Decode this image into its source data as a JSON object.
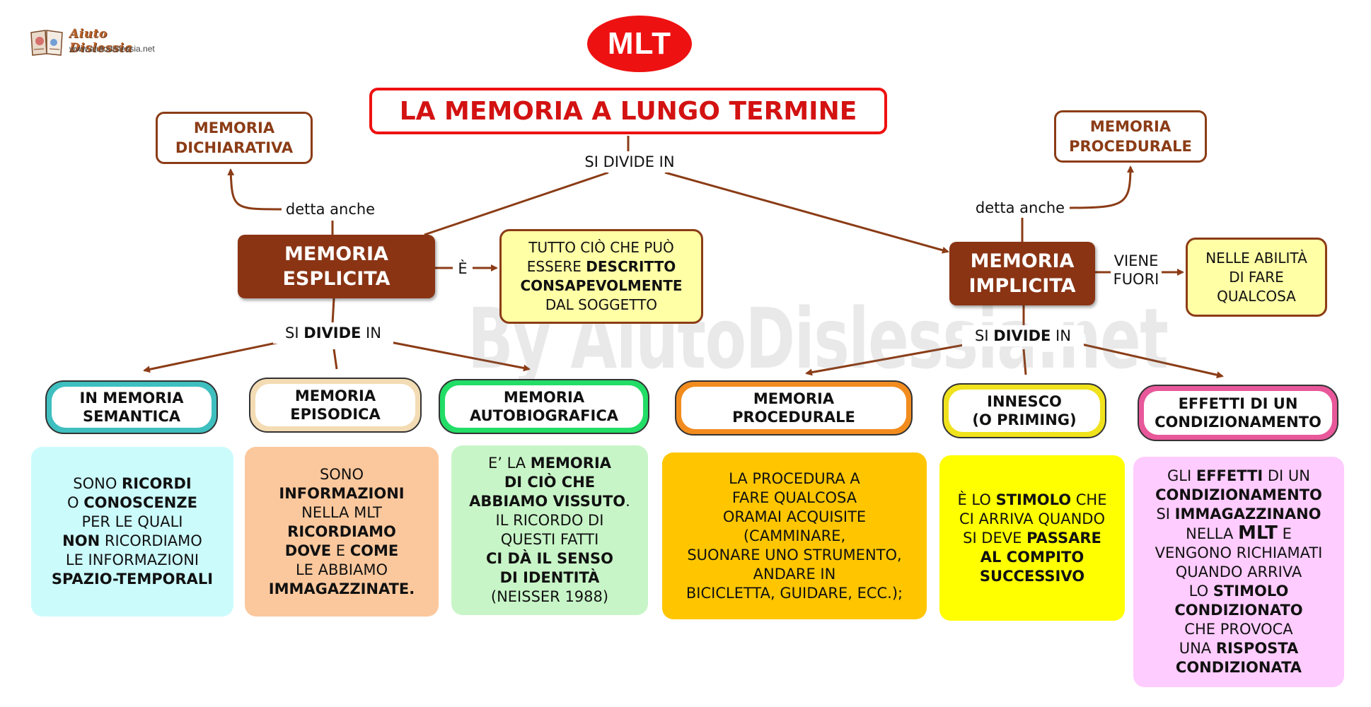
{
  "logo": {
    "name": "Aiuto Dislessia",
    "url": "www.aiutodislessia.net"
  },
  "watermark": "By AiutoDislessia.net",
  "header": {
    "badge": "MLT",
    "title": "LA MEMORIA A LUNGO TERMINE"
  },
  "links": {
    "si_divide_in": "SI DIVIDE IN",
    "detta_anche_left": "detta anche",
    "detta_anche_right": "detta anche",
    "e": "È",
    "viene": "VIENE",
    "fuori": "FUORI",
    "si": "SI",
    "divide": "DIVIDE",
    "in": "IN"
  },
  "left_branch": {
    "alias_line1": "MEMORIA",
    "alias_line2": "DICHIARATIVA",
    "node_line1": "MEMORIA",
    "node_line2": "ESPLICITA",
    "def": {
      "l1": "TUTTO CIÒ CHE PUÒ",
      "l2a": "ESSERE ",
      "l2b": "DESCRITTO",
      "l3": "CONSAPEVOLMENTE",
      "l4": "DAL SOGGETTO"
    }
  },
  "right_branch": {
    "alias_line1": "MEMORIA",
    "alias_line2": "PROCEDURALE",
    "node_line1": "MEMORIA",
    "node_line2": "IMPLICITA",
    "def": {
      "l1": "NELLE ABILITÀ",
      "l2": "DI FARE",
      "l3": "QUALCOSA"
    }
  },
  "types": [
    {
      "l1": "IN MEMORIA",
      "l2": "SEMANTICA",
      "color": "#3fbfbf"
    },
    {
      "l1": "MEMORIA",
      "l2": "EPISODICA",
      "color": "#f3dcb4"
    },
    {
      "l1": "MEMORIA",
      "l2": "AUTOBIOGRAFICA",
      "color": "#22dd66"
    },
    {
      "l1": "MEMORIA",
      "l2": "PROCEDURALE",
      "color": "#f28c1e"
    },
    {
      "l1": "INNESCO",
      "l2": "(O PRIMING)",
      "color": "#f0e21c"
    },
    {
      "l1": "EFFETTI DI UN",
      "l2": "CONDIZIONAMENTO",
      "color": "#e8589a"
    }
  ],
  "descriptions": {
    "semantica": {
      "color": "#ccfbfc",
      "t1": "SONO ",
      "t2": "RICORDI",
      "t3": "O ",
      "t4": "CONOSCENZE",
      "t5": "PER LE QUALI",
      "t6": "NON",
      "t7": " RICORDIAMO",
      "t8": "LE INFORMAZIONI",
      "t9": "SPAZIO-TEMPORALI"
    },
    "episodica": {
      "color": "#fbc89d",
      "t1": "SONO",
      "t2": "INFORMAZIONI",
      "t3": "NELLA MLT",
      "t4": "RICORDIAMO",
      "t5": "DOVE",
      "t6": " E ",
      "t7": "COME",
      "t8": "LE ABBIAMO",
      "t9": "IMMAGAZZINATE."
    },
    "autobiografica": {
      "color": "#c8f5c8",
      "t1": "E’ LA ",
      "t2": "MEMORIA",
      "t3": "DI CIÒ CHE",
      "t4": "ABBIAMO VISSUTO",
      "t5": ".",
      "t6": "IL RICORDO DI",
      "t7": "QUESTI FATTI",
      "t8": "CI DÀ IL SENSO",
      "t9": "DI IDENTITÀ",
      "t10": "(NEISSER 1988)"
    },
    "procedurale": {
      "color": "#ffc600",
      "t1": "LA PROCEDURA A",
      "t2": "FARE QUALCOSA",
      "t3": "ORAMAI ACQUISITE",
      "t4": "(CAMMINARE,",
      "t5": "SUONARE UNO STRUMENTO,",
      "t6": "ANDARE IN",
      "t7": "BICICLETTA, GUIDARE, ECC.);"
    },
    "innesco": {
      "color": "#ffff00",
      "t1": "È LO ",
      "t2": "STIMOLO",
      "t3": " CHE",
      "t4": "CI ARRIVA QUANDO",
      "t5": "SI DEVE ",
      "t6": "PASSARE",
      "t7": "AL COMPITO",
      "t8": "SUCCESSIVO"
    },
    "condizionamento": {
      "color": "#ffccff",
      "t1": "GLI ",
      "t2": "EFFETTI",
      "t3": " DI UN",
      "t4": "CONDIZIONAMENTO",
      "t5": "SI ",
      "t6": "IMMAGAZZINANO",
      "t7": "NELLA ",
      "t8": "MLT",
      "t9": " E",
      "t10": "VENGONO RICHIAMATI",
      "t11": "QUANDO ARRIVA",
      "t12": "LO ",
      "t13": "STIMOLO",
      "t14": "CONDIZIONATO",
      "t15": "CHE PROVOCA",
      "t16": "UNA ",
      "t17": "RISPOSTA",
      "t18": "CONDIZIONATA"
    }
  },
  "colors": {
    "brown": "#8b3c16",
    "red": "#ee1111",
    "arrow": "#8b3c16"
  }
}
